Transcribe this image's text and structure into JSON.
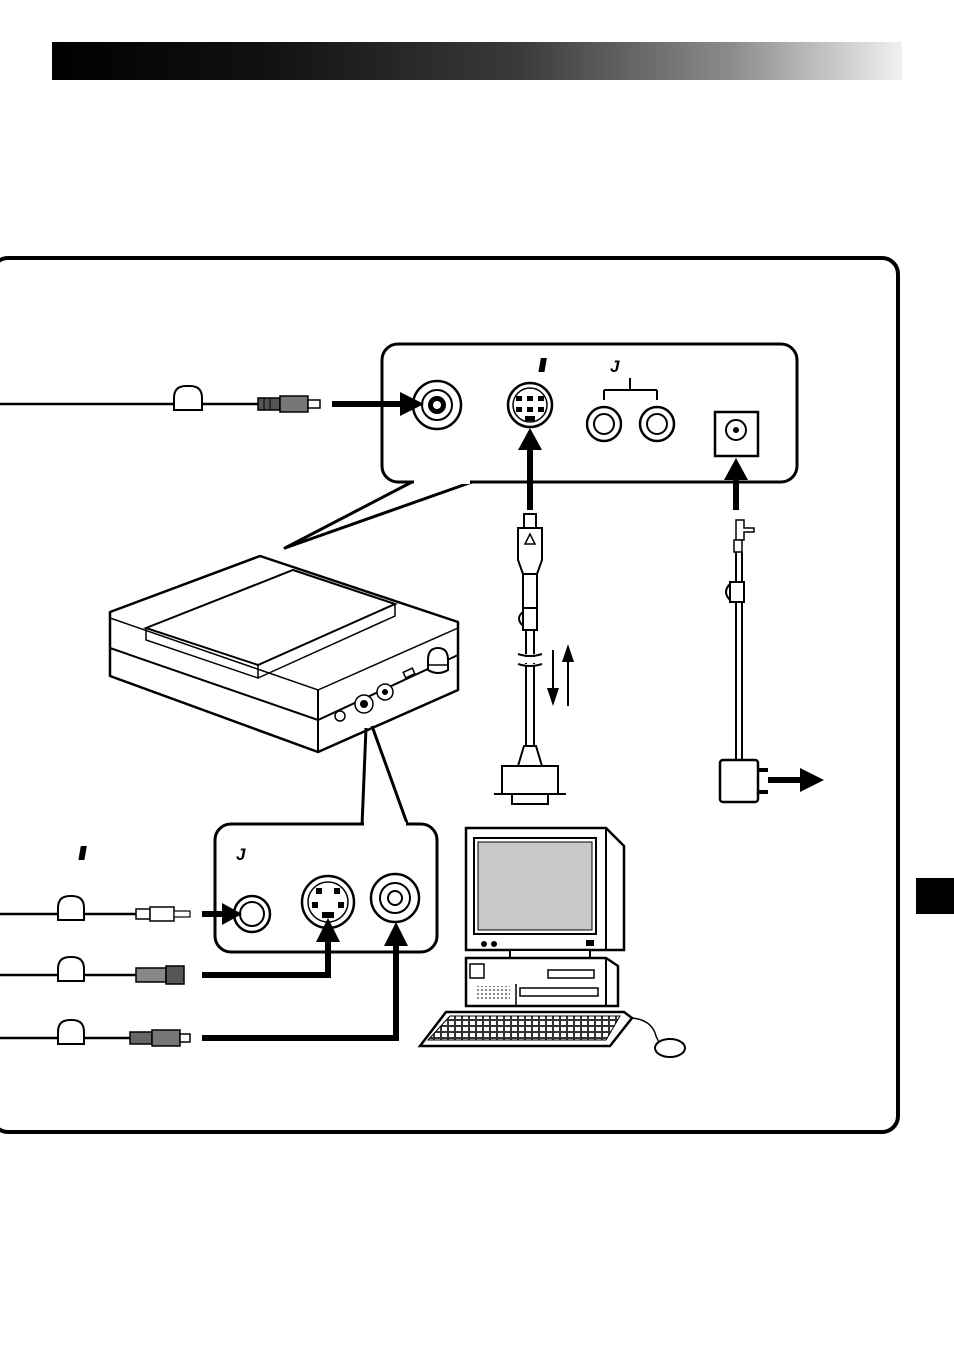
{
  "header": {
    "gradient_colors": [
      "#000000",
      "#f0f0f0"
    ]
  },
  "side_tab": {
    "color": "#000000"
  },
  "icons": {
    "jack_marker": "J"
  },
  "labels": {
    "top_panel_mark": "J",
    "bottom_panel_mark": "J"
  }
}
